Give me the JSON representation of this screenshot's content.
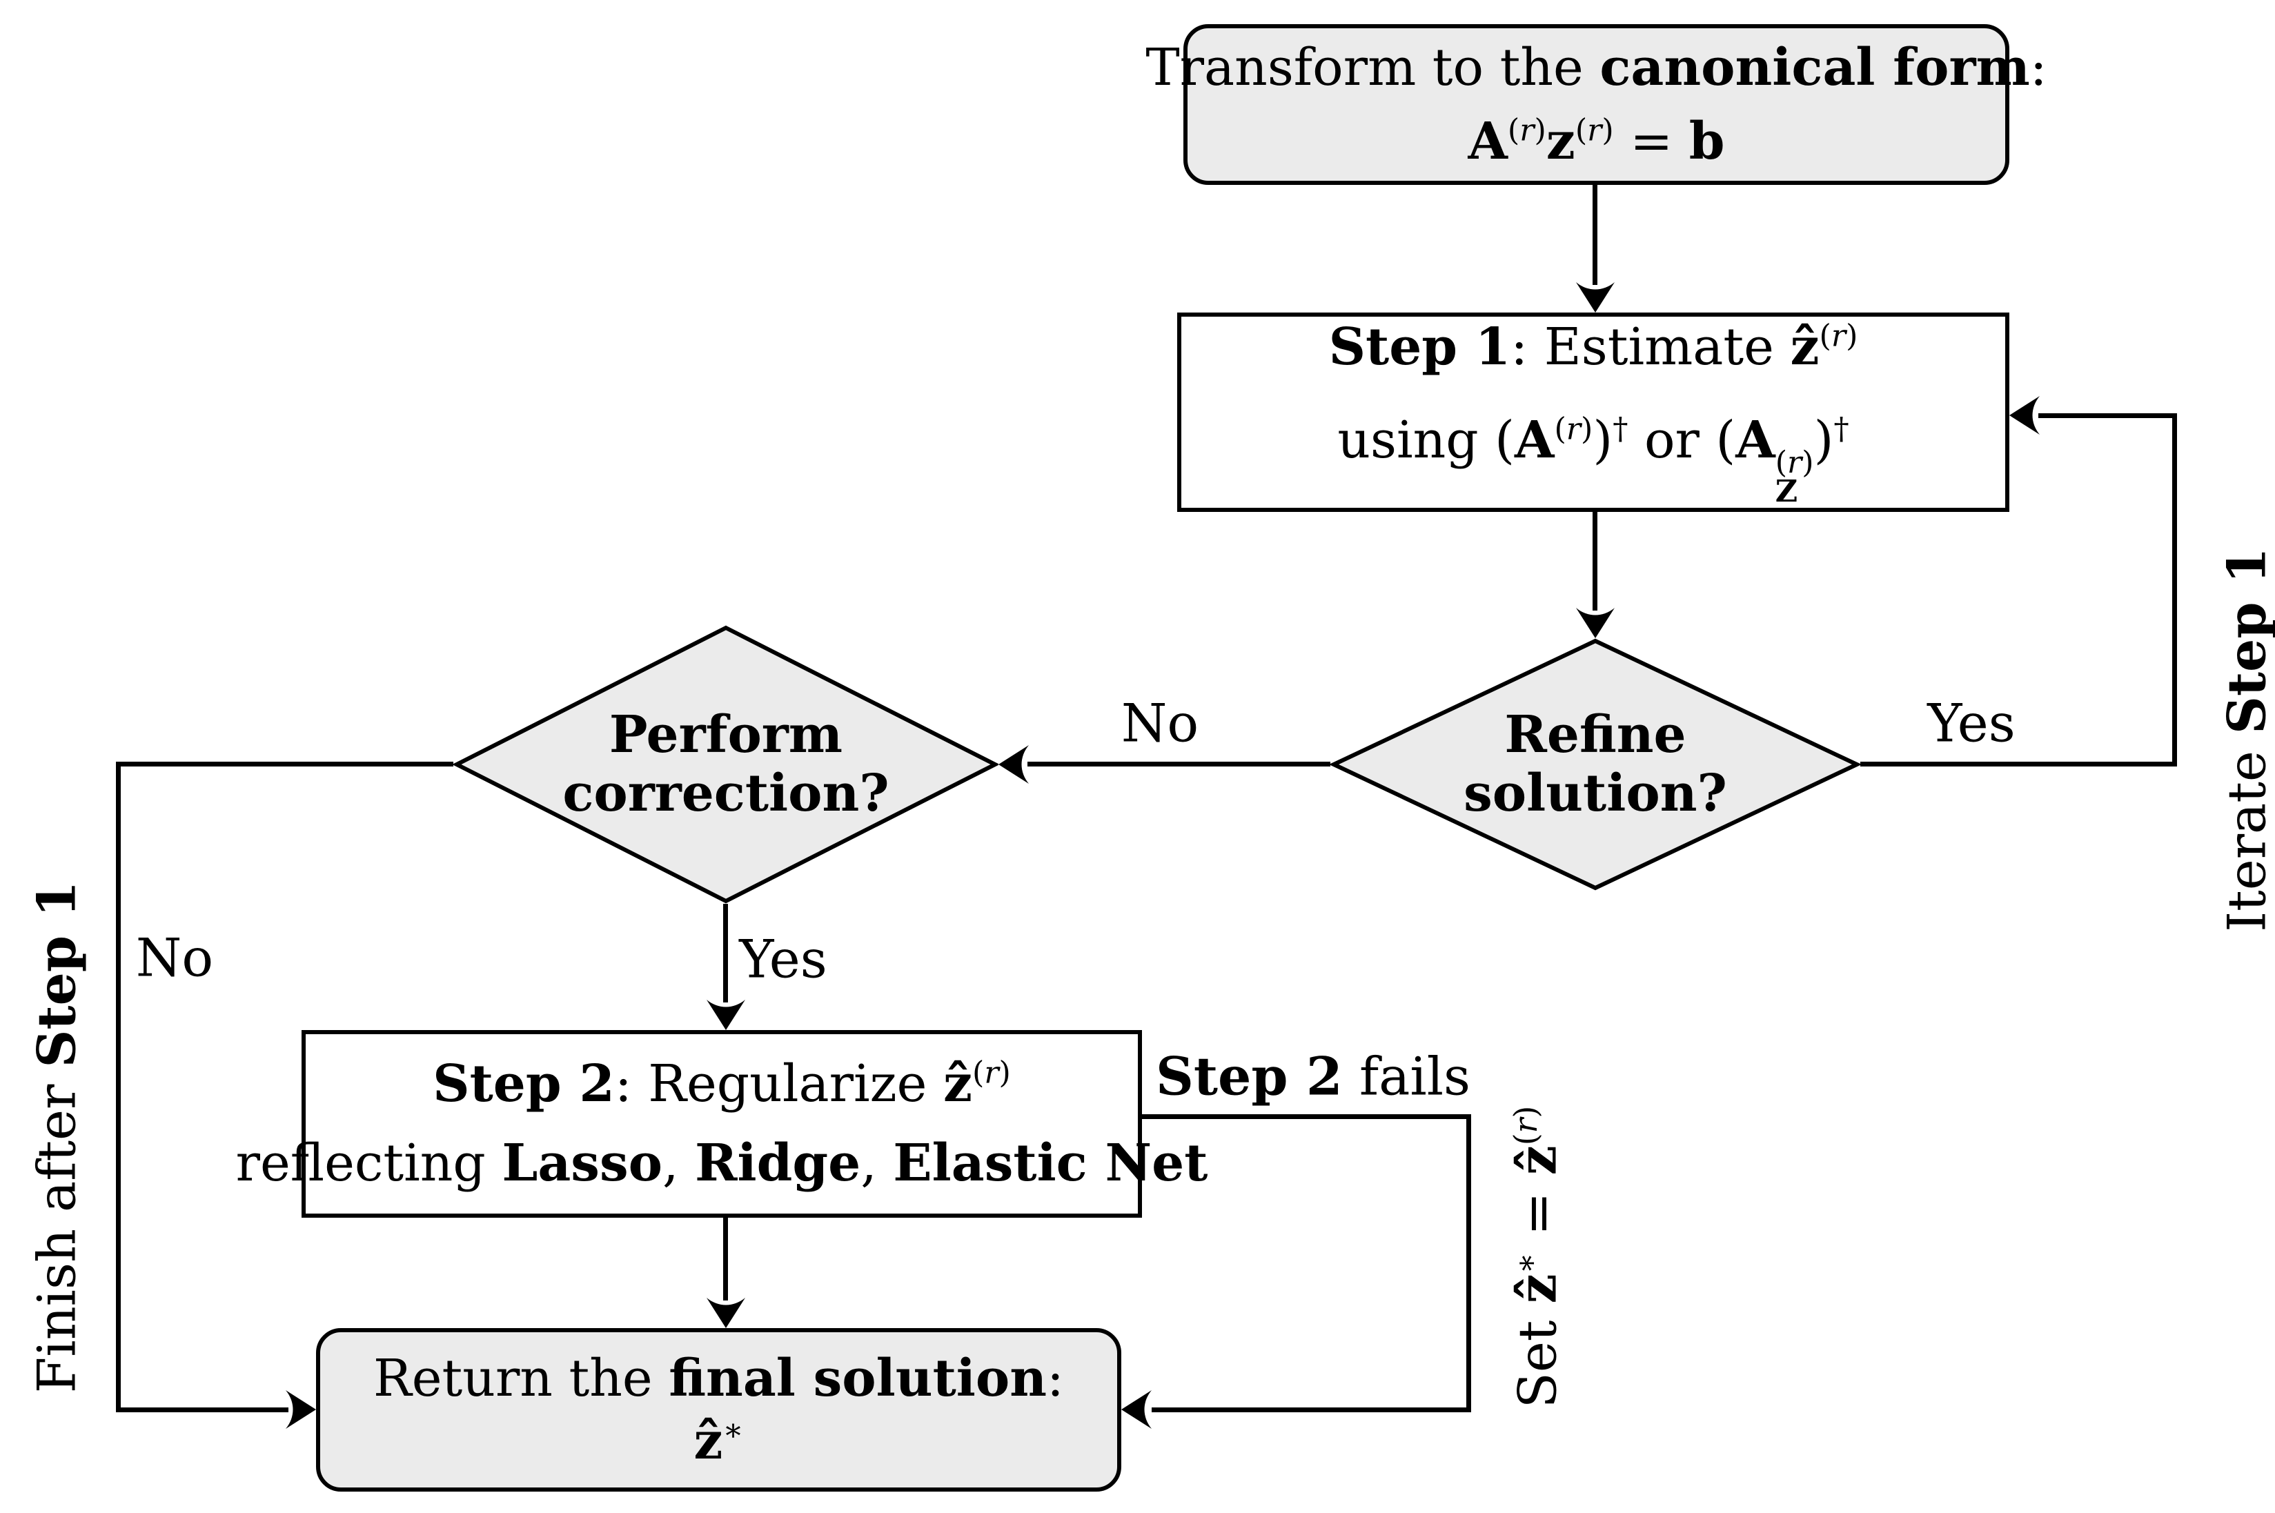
{
  "diagram": {
    "nodes": {
      "canonical": {
        "lines": [
          "Transform to the <b>canonical form</b>:",
          "<b>A</b><sup>(<i>r</i>)</sup><b>z</b><sup>(<i>r</i>)</sup> = <b>b</b>"
        ]
      },
      "step1": {
        "lines": [
          "<b>Step 1</b>: Estimate <b>ẑ</b><sup>(<i>r</i>)</sup>",
          "using (<b>A</b><sup>(<i>r</i>)</sup>)<sup>†</sup> or (<b>A</b><span class=\"ss\"><span>(<i>r</i>)</span><span class=\"sb\"><b>Z</b></span></span>)<sup>†</sup>"
        ]
      },
      "refine": {
        "lines": [
          "Refine",
          "solution?"
        ]
      },
      "correction": {
        "lines": [
          "Perform",
          "correction?"
        ]
      },
      "step2": {
        "lines": [
          "<b>Step 2</b>: Regularize <b>ẑ</b><sup>(<i>r</i>)</sup>",
          "reflecting <b>Lasso</b>, <b>Ridge</b>, <b>Elastic Net</b>"
        ]
      },
      "final": {
        "lines": [
          "Return the <b>final solution</b>:",
          "<b>ẑ</b><sup>∗</sup>"
        ]
      }
    },
    "edge_labels": {
      "refine_no": "No",
      "refine_yes": "Yes",
      "iterate": "Iterate <b>Step 1</b>",
      "correction_yes": "Yes",
      "correction_no": "No",
      "finish": "Finish after <b>Step 1</b>",
      "step2_fails": "<b>Step 2</b> fails",
      "set_final": "Set <b>ẑ</b><sup>∗</sup> = <b>ẑ</b><sup>(<i>r</i>)</sup>"
    },
    "colors": {
      "shape_fill_gray": "#ebebeb",
      "shape_fill_white": "#ffffff",
      "stroke": "#000000",
      "text": "#000000",
      "background": "#ffffff"
    }
  }
}
